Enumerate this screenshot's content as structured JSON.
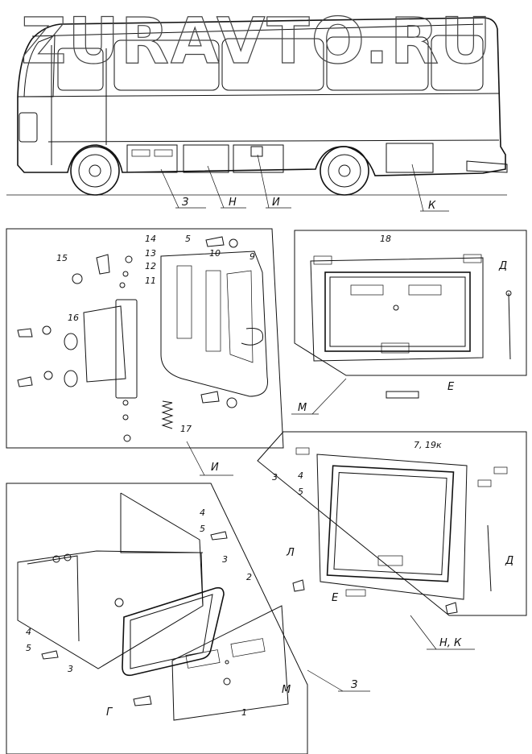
{
  "watermark": "ZURAVTO.RU",
  "bus_callouts": [
    "З",
    "Н",
    "И",
    "К"
  ],
  "panel_i": {
    "label": "И",
    "parts": [
      "15",
      "14",
      "13",
      "12",
      "11",
      "5",
      "10",
      "9",
      "16",
      "17"
    ]
  },
  "panel_m": {
    "label": "М",
    "parts": [
      "18",
      "Д",
      "Е"
    ]
  },
  "panel_nk": {
    "label": "Н, К",
    "parts": [
      "7, 19к",
      "4",
      "5",
      "3",
      "Л",
      "Д",
      "Е"
    ]
  },
  "panel_z": {
    "label": "З",
    "parts": [
      "4",
      "5",
      "3",
      "2",
      "Г",
      "1",
      "М"
    ]
  }
}
